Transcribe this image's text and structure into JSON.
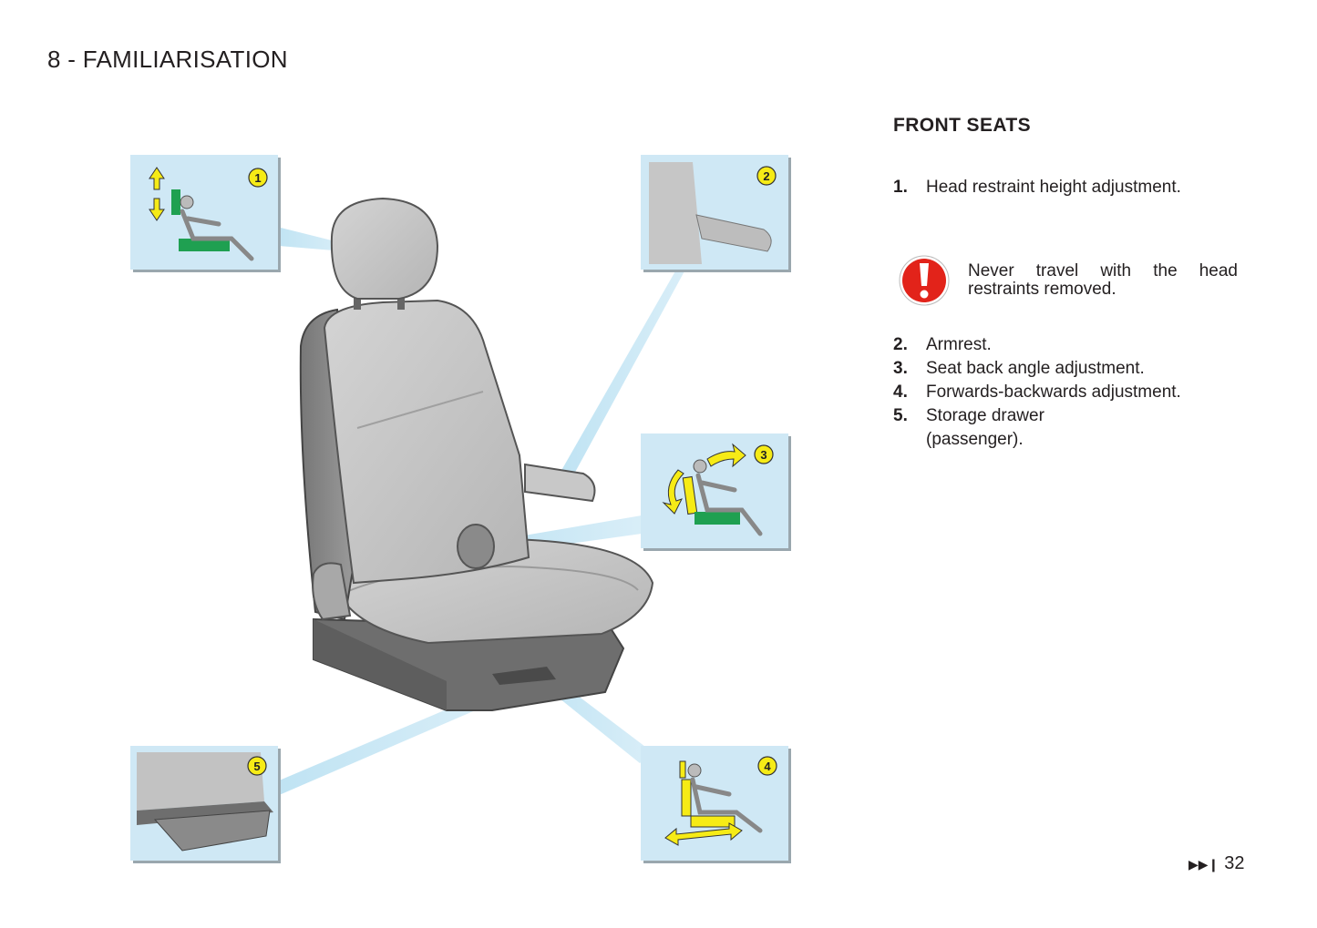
{
  "page": {
    "section_title": "8 - FAMILIARISATION",
    "page_number": "32",
    "next_icon": "fast-forward-icon"
  },
  "heading": "FRONT SEATS",
  "items": [
    {
      "num": "1.",
      "text": "Head restraint height adjustment."
    },
    {
      "num": "2.",
      "text": "Armrest."
    },
    {
      "num": "3.",
      "text": "Seat back angle adjustment."
    },
    {
      "num": "4.",
      "text": "Forwards-backwards adjustment."
    },
    {
      "num": "5.",
      "text": "Storage drawer",
      "text_cont": "(passenger)."
    }
  ],
  "warning": {
    "icon": "exclamation-warning-icon",
    "text": "Never travel with the head restraints removed."
  },
  "callouts": [
    {
      "label": "1"
    },
    {
      "label": "2"
    },
    {
      "label": "3"
    },
    {
      "label": "4"
    },
    {
      "label": "5"
    }
  ],
  "colors": {
    "callout_bg": "#cfe8f5",
    "badge_yellow": "#f6eb16",
    "seat_green": "#1fa051",
    "warning_red": "#e2231a"
  }
}
